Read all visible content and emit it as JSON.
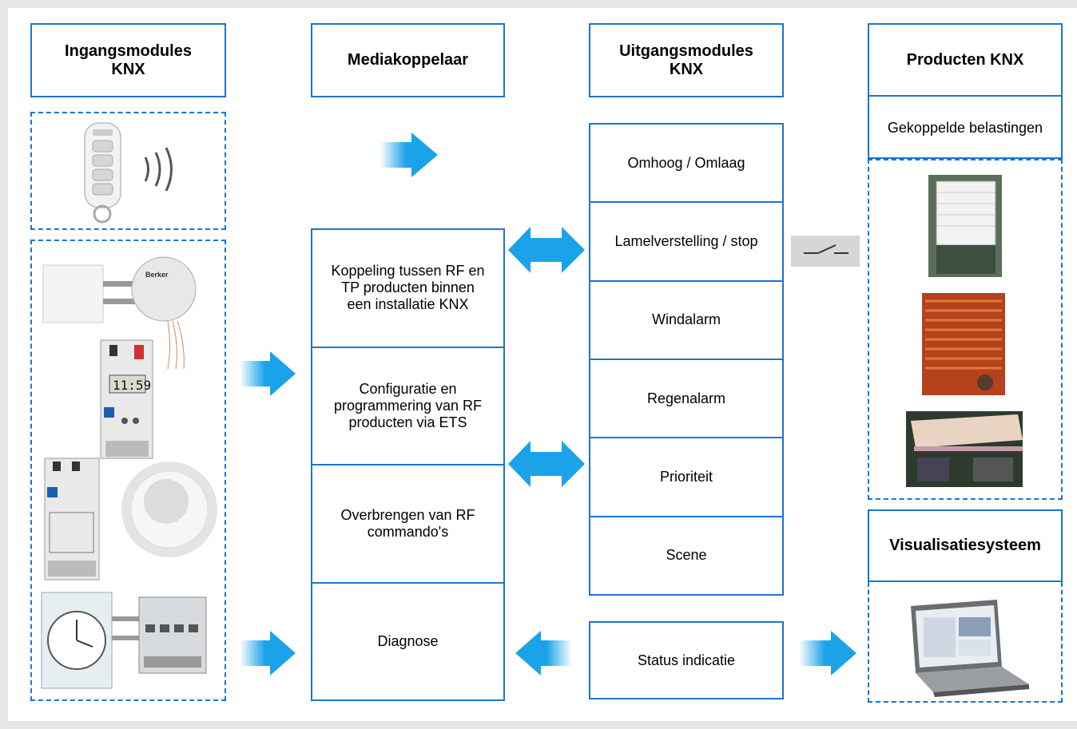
{
  "columns": {
    "input": {
      "title_lines": [
        "Ingangsmodules",
        "KNX"
      ]
    },
    "media": {
      "title": "Mediakoppelaar"
    },
    "output": {
      "title_lines": [
        "Uitgangsmodules",
        "KNX"
      ]
    },
    "products": {
      "title": "Producten KNX",
      "subtitle": "Gekoppelde belastingen"
    },
    "visualisation": {
      "title": "Visualisatiesysteem"
    }
  },
  "media_functions": [
    {
      "lines": [
        "Koppeling tussen RF en",
        "TP producten binnen",
        "een installatie KNX"
      ]
    },
    {
      "lines": [
        "Configuratie en",
        "programmering van RF",
        "producten via ETS"
      ]
    },
    {
      "lines": [
        "Overbrengen van RF",
        "commando's"
      ]
    },
    {
      "lines": [
        "Diagnose"
      ]
    }
  ],
  "output_functions": [
    "Omhoog / Omlaag",
    "Lamelverstelling / stop",
    "Windalarm",
    "Regenalarm",
    "Prioriteit",
    "Scene"
  ],
  "status": {
    "label": "Status indicatie"
  },
  "colors": {
    "border": "#1a75d1",
    "arrow": "#1aa3e8",
    "frame": "#e6e6e6"
  }
}
